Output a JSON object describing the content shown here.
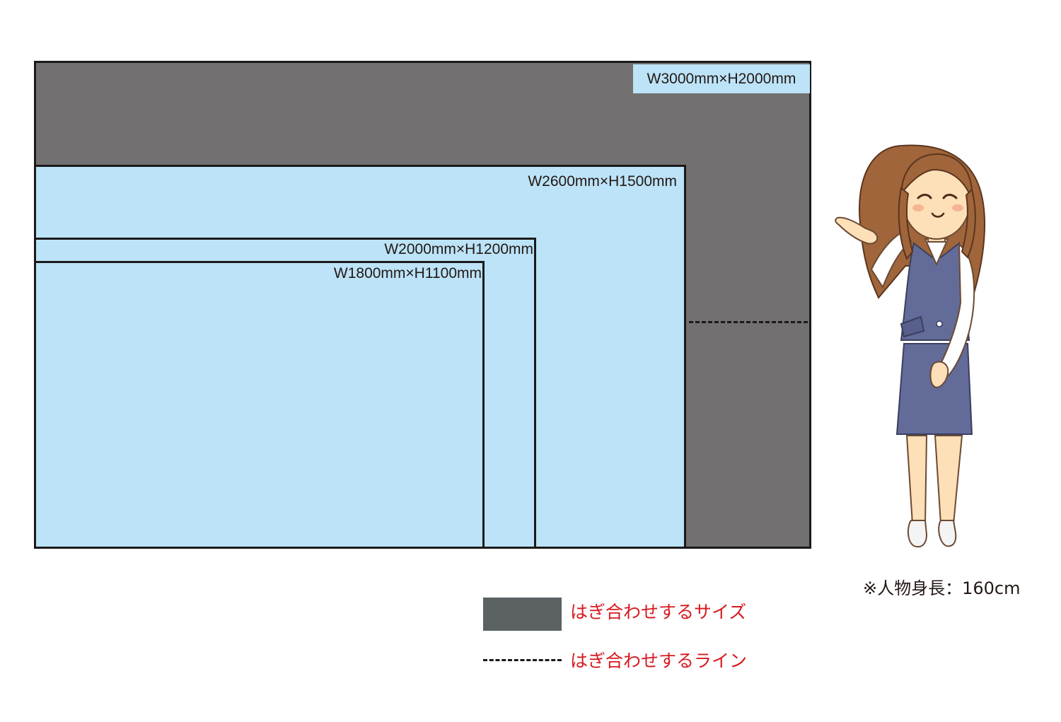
{
  "sizes": {
    "w3000": "W3000mm×H2000mm",
    "w2600": "W2600mm×H1500mm",
    "w2000": "W2000mm×H1200mm",
    "w1800": "W1800mm×H1100mm"
  },
  "legend": {
    "joined_size": "はぎ合わせするサイズ",
    "joining_line": "はぎ合わせするライン"
  },
  "note": "※人物身長：160cm",
  "colors": {
    "joined_area": "#727070",
    "panel": "#bce3f7",
    "legend_swatch": "#5c6264",
    "legend_text": "#d7191f"
  }
}
